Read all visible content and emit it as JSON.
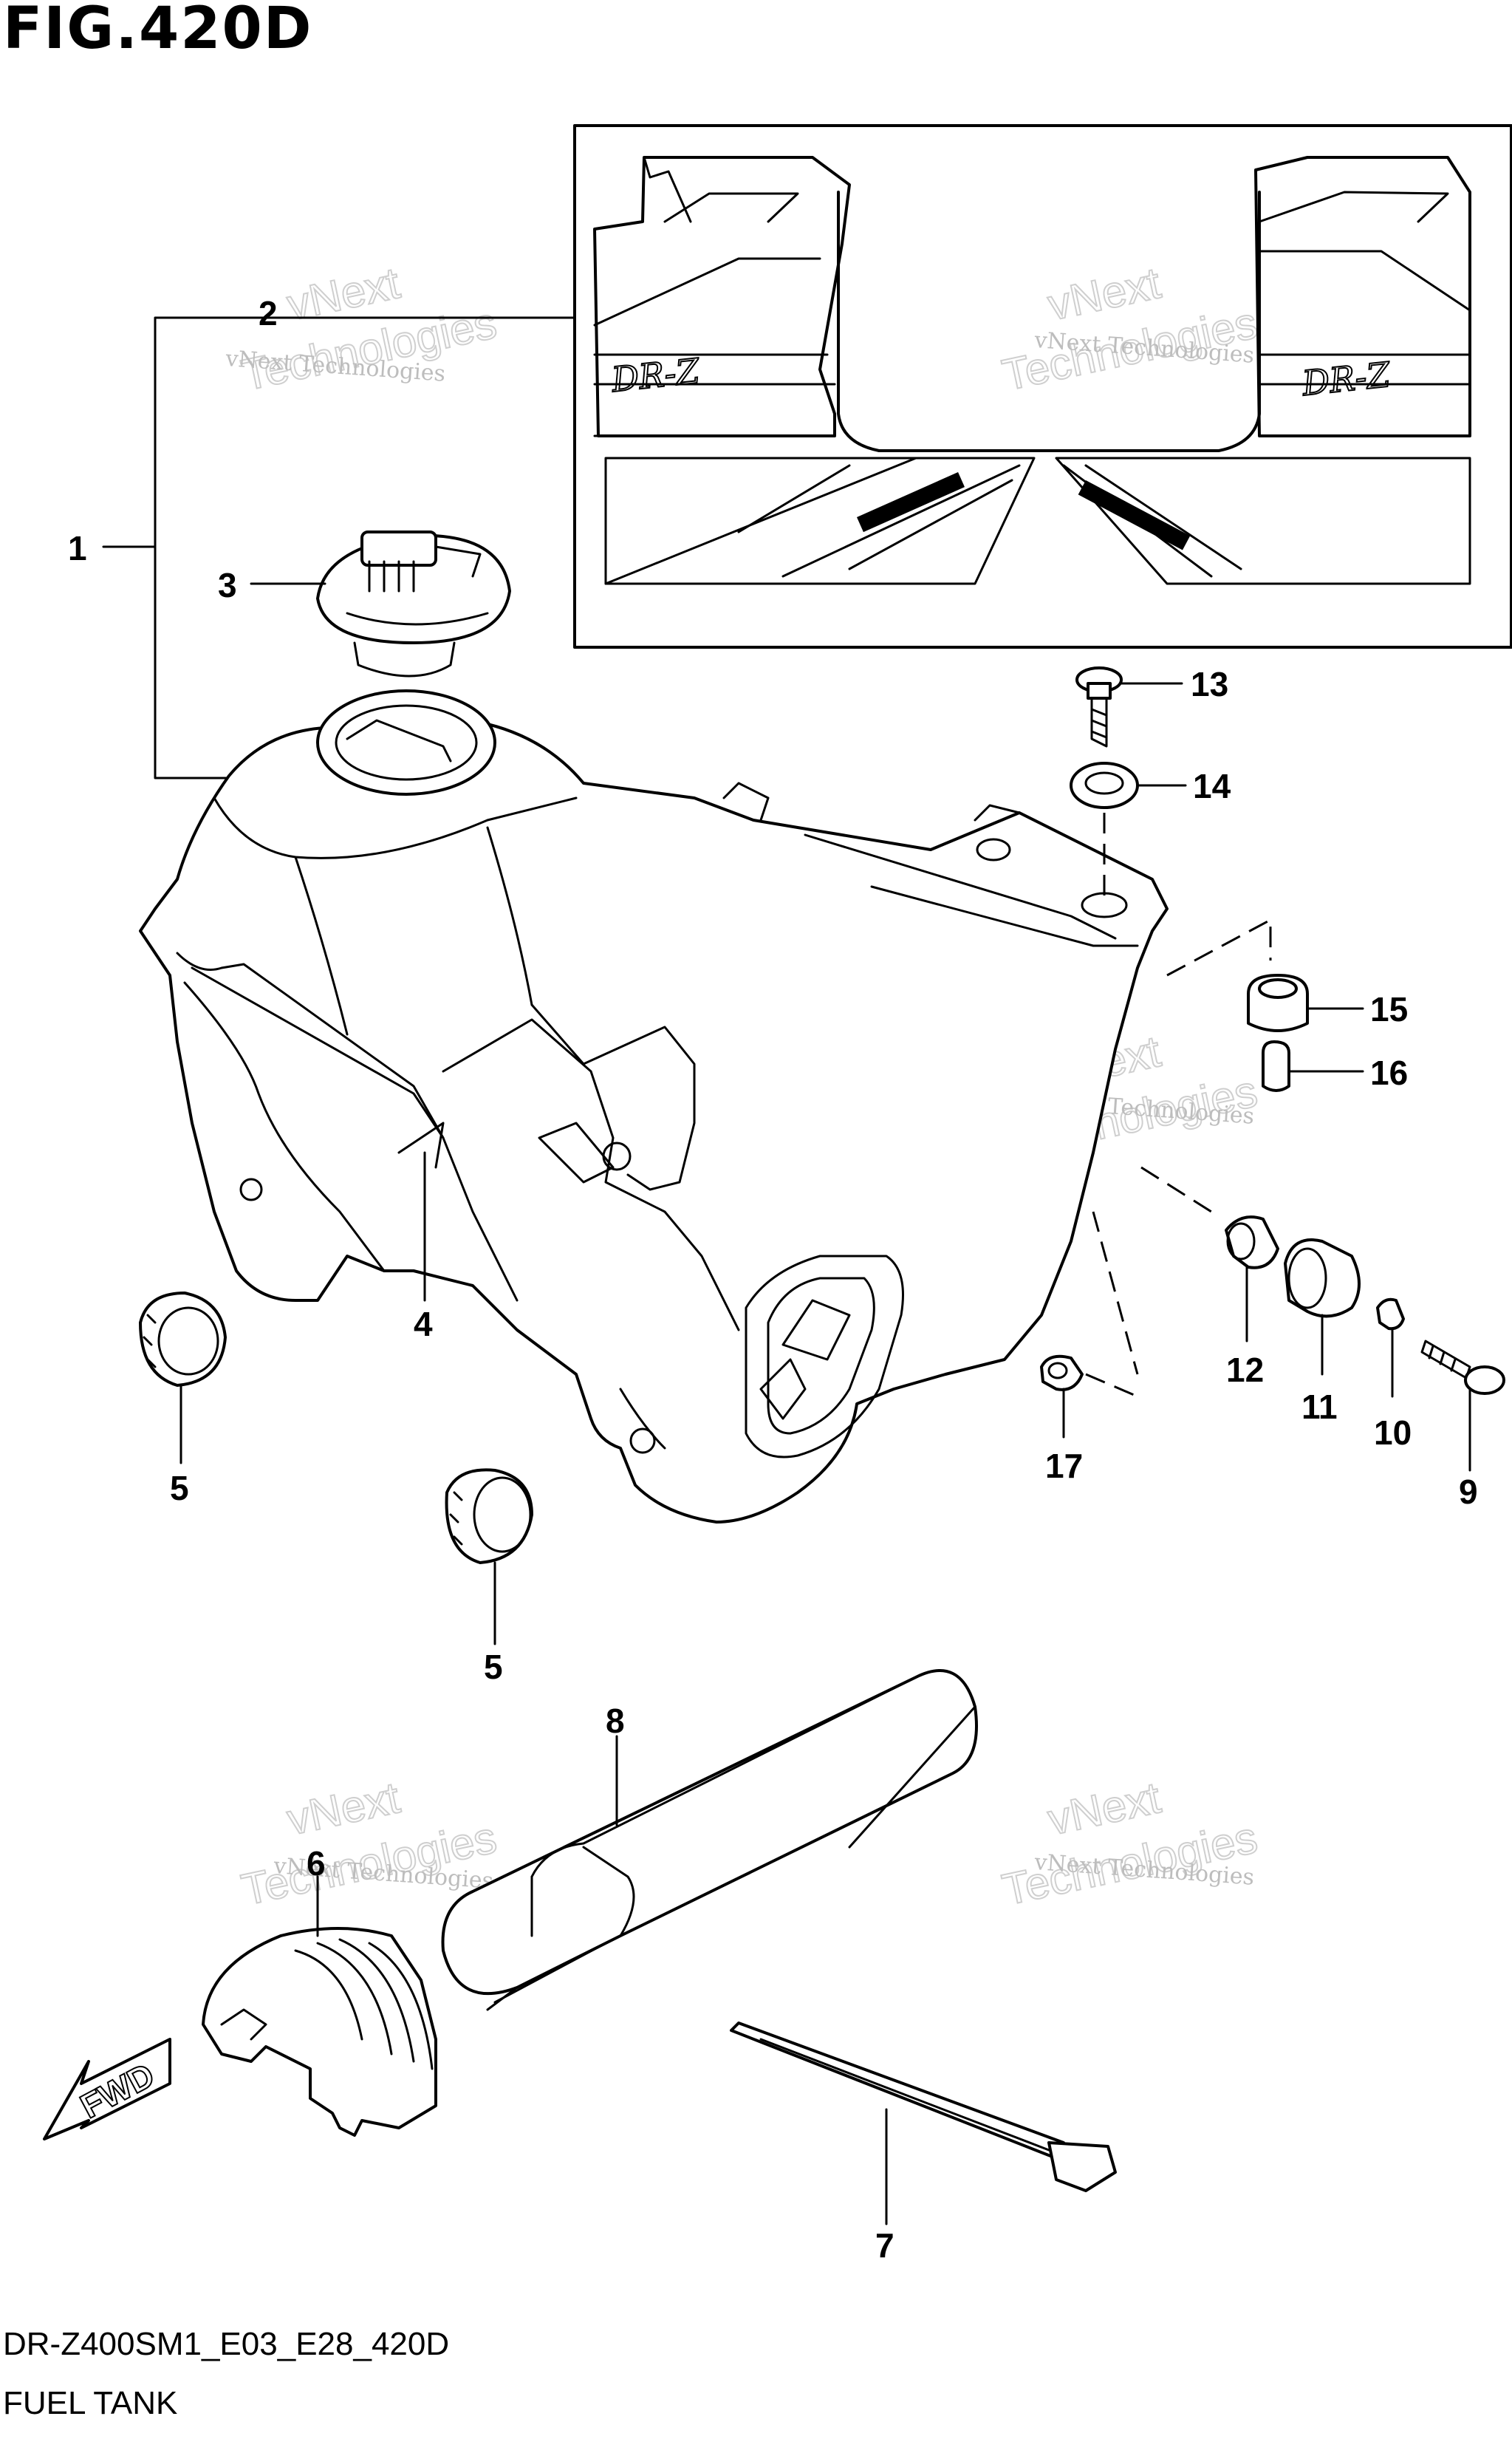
{
  "figure": {
    "title": "FIG.420D",
    "model_code": "DR-Z400SM1_E03_E28_420D",
    "caption": "FUEL TANK"
  },
  "watermark": {
    "line1": "vNext Technologies",
    "line2": "vNext",
    "line3": "Technologies"
  },
  "decal": {
    "brand_text": "DR-Z"
  },
  "fwd_label": "FWD",
  "callouts": {
    "c1": "1",
    "c2": "2",
    "c3": "3",
    "c4": "4",
    "c5a": "5",
    "c5b": "5",
    "c6": "6",
    "c7": "7",
    "c8": "8",
    "c9": "9",
    "c10": "10",
    "c11": "11",
    "c12": "12",
    "c13": "13",
    "c14": "14",
    "c15": "15",
    "c16": "16",
    "c17": "17"
  }
}
